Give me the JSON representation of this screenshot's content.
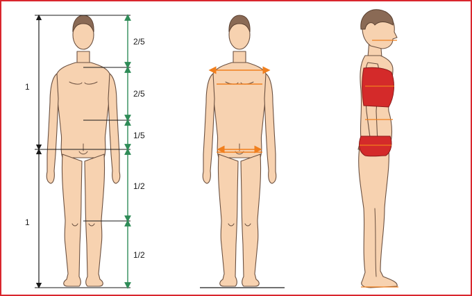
{
  "diagram": {
    "colors": {
      "border": "#d9262e",
      "skin": "#f7d2b0",
      "outline": "#6b5040",
      "hair": "#8a6a55",
      "proportion_arrow": "#2e8b57",
      "height_arrow": "#1a1a1a",
      "width_arrow": "#f07f1e",
      "swimwear": "#d42a2a"
    },
    "height_labels": [
      "1",
      "1"
    ],
    "proportion_labels": [
      "2/5",
      "2/5",
      "1/5",
      "1/2",
      "1/2"
    ]
  }
}
